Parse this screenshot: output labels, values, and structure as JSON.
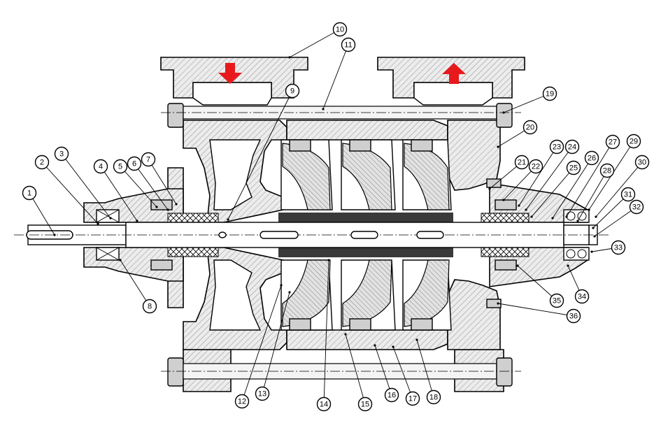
{
  "colors": {
    "arrow": "#e8191c",
    "metal": "#e4e4e4",
    "outline": "#000000"
  },
  "flow_arrows": [
    {
      "name": "inlet-arrow",
      "direction": "down"
    },
    {
      "name": "outlet-arrow",
      "direction": "up"
    }
  ],
  "callouts": [
    {
      "label": "1"
    },
    {
      "label": "2"
    },
    {
      "label": "3"
    },
    {
      "label": "4"
    },
    {
      "label": "5"
    },
    {
      "label": "6"
    },
    {
      "label": "7"
    },
    {
      "label": "8"
    },
    {
      "label": "9"
    },
    {
      "label": "10"
    },
    {
      "label": "11"
    },
    {
      "label": "12"
    },
    {
      "label": "13"
    },
    {
      "label": "14"
    },
    {
      "label": "15"
    },
    {
      "label": "16"
    },
    {
      "label": "17"
    },
    {
      "label": "18"
    },
    {
      "label": "19"
    },
    {
      "label": "20"
    },
    {
      "label": "21"
    },
    {
      "label": "22"
    },
    {
      "label": "23"
    },
    {
      "label": "24"
    },
    {
      "label": "25"
    },
    {
      "label": "26"
    },
    {
      "label": "27"
    },
    {
      "label": "28"
    },
    {
      "label": "29"
    },
    {
      "label": "30"
    },
    {
      "label": "31"
    },
    {
      "label": "32"
    },
    {
      "label": "33"
    },
    {
      "label": "34"
    },
    {
      "label": "35"
    },
    {
      "label": "36"
    }
  ]
}
